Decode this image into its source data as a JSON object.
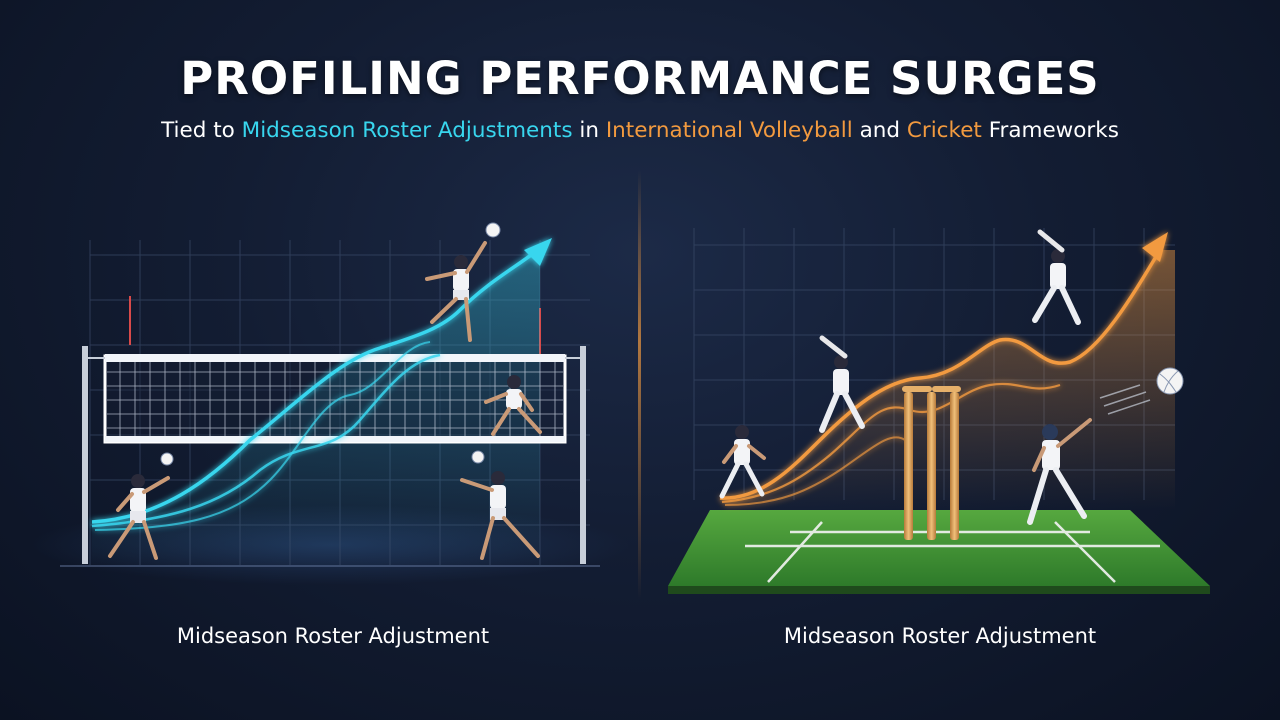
{
  "header": {
    "title": "PROFILING PERFORMANCE SURGES",
    "subtitle": {
      "part1": "Tied to ",
      "highlight1": "Midseason Roster Adjustments",
      "part2": " in ",
      "highlight2": "International Volleyball",
      "part3": " and ",
      "highlight3": "Cricket",
      "part4": " Frameworks"
    }
  },
  "panels": {
    "left": {
      "sport": "volleyball",
      "caption": "Midseason Roster Adjustment",
      "accent": "#38d6ee"
    },
    "right": {
      "sport": "cricket",
      "caption": "Midseason Roster Adjustment",
      "accent": "#f29a3f"
    }
  },
  "colors": {
    "background": "#131d33",
    "cyan": "#38d6ee",
    "orange": "#f29a3f",
    "grass": "#3f8f34",
    "stumps": "#d9a15a"
  }
}
